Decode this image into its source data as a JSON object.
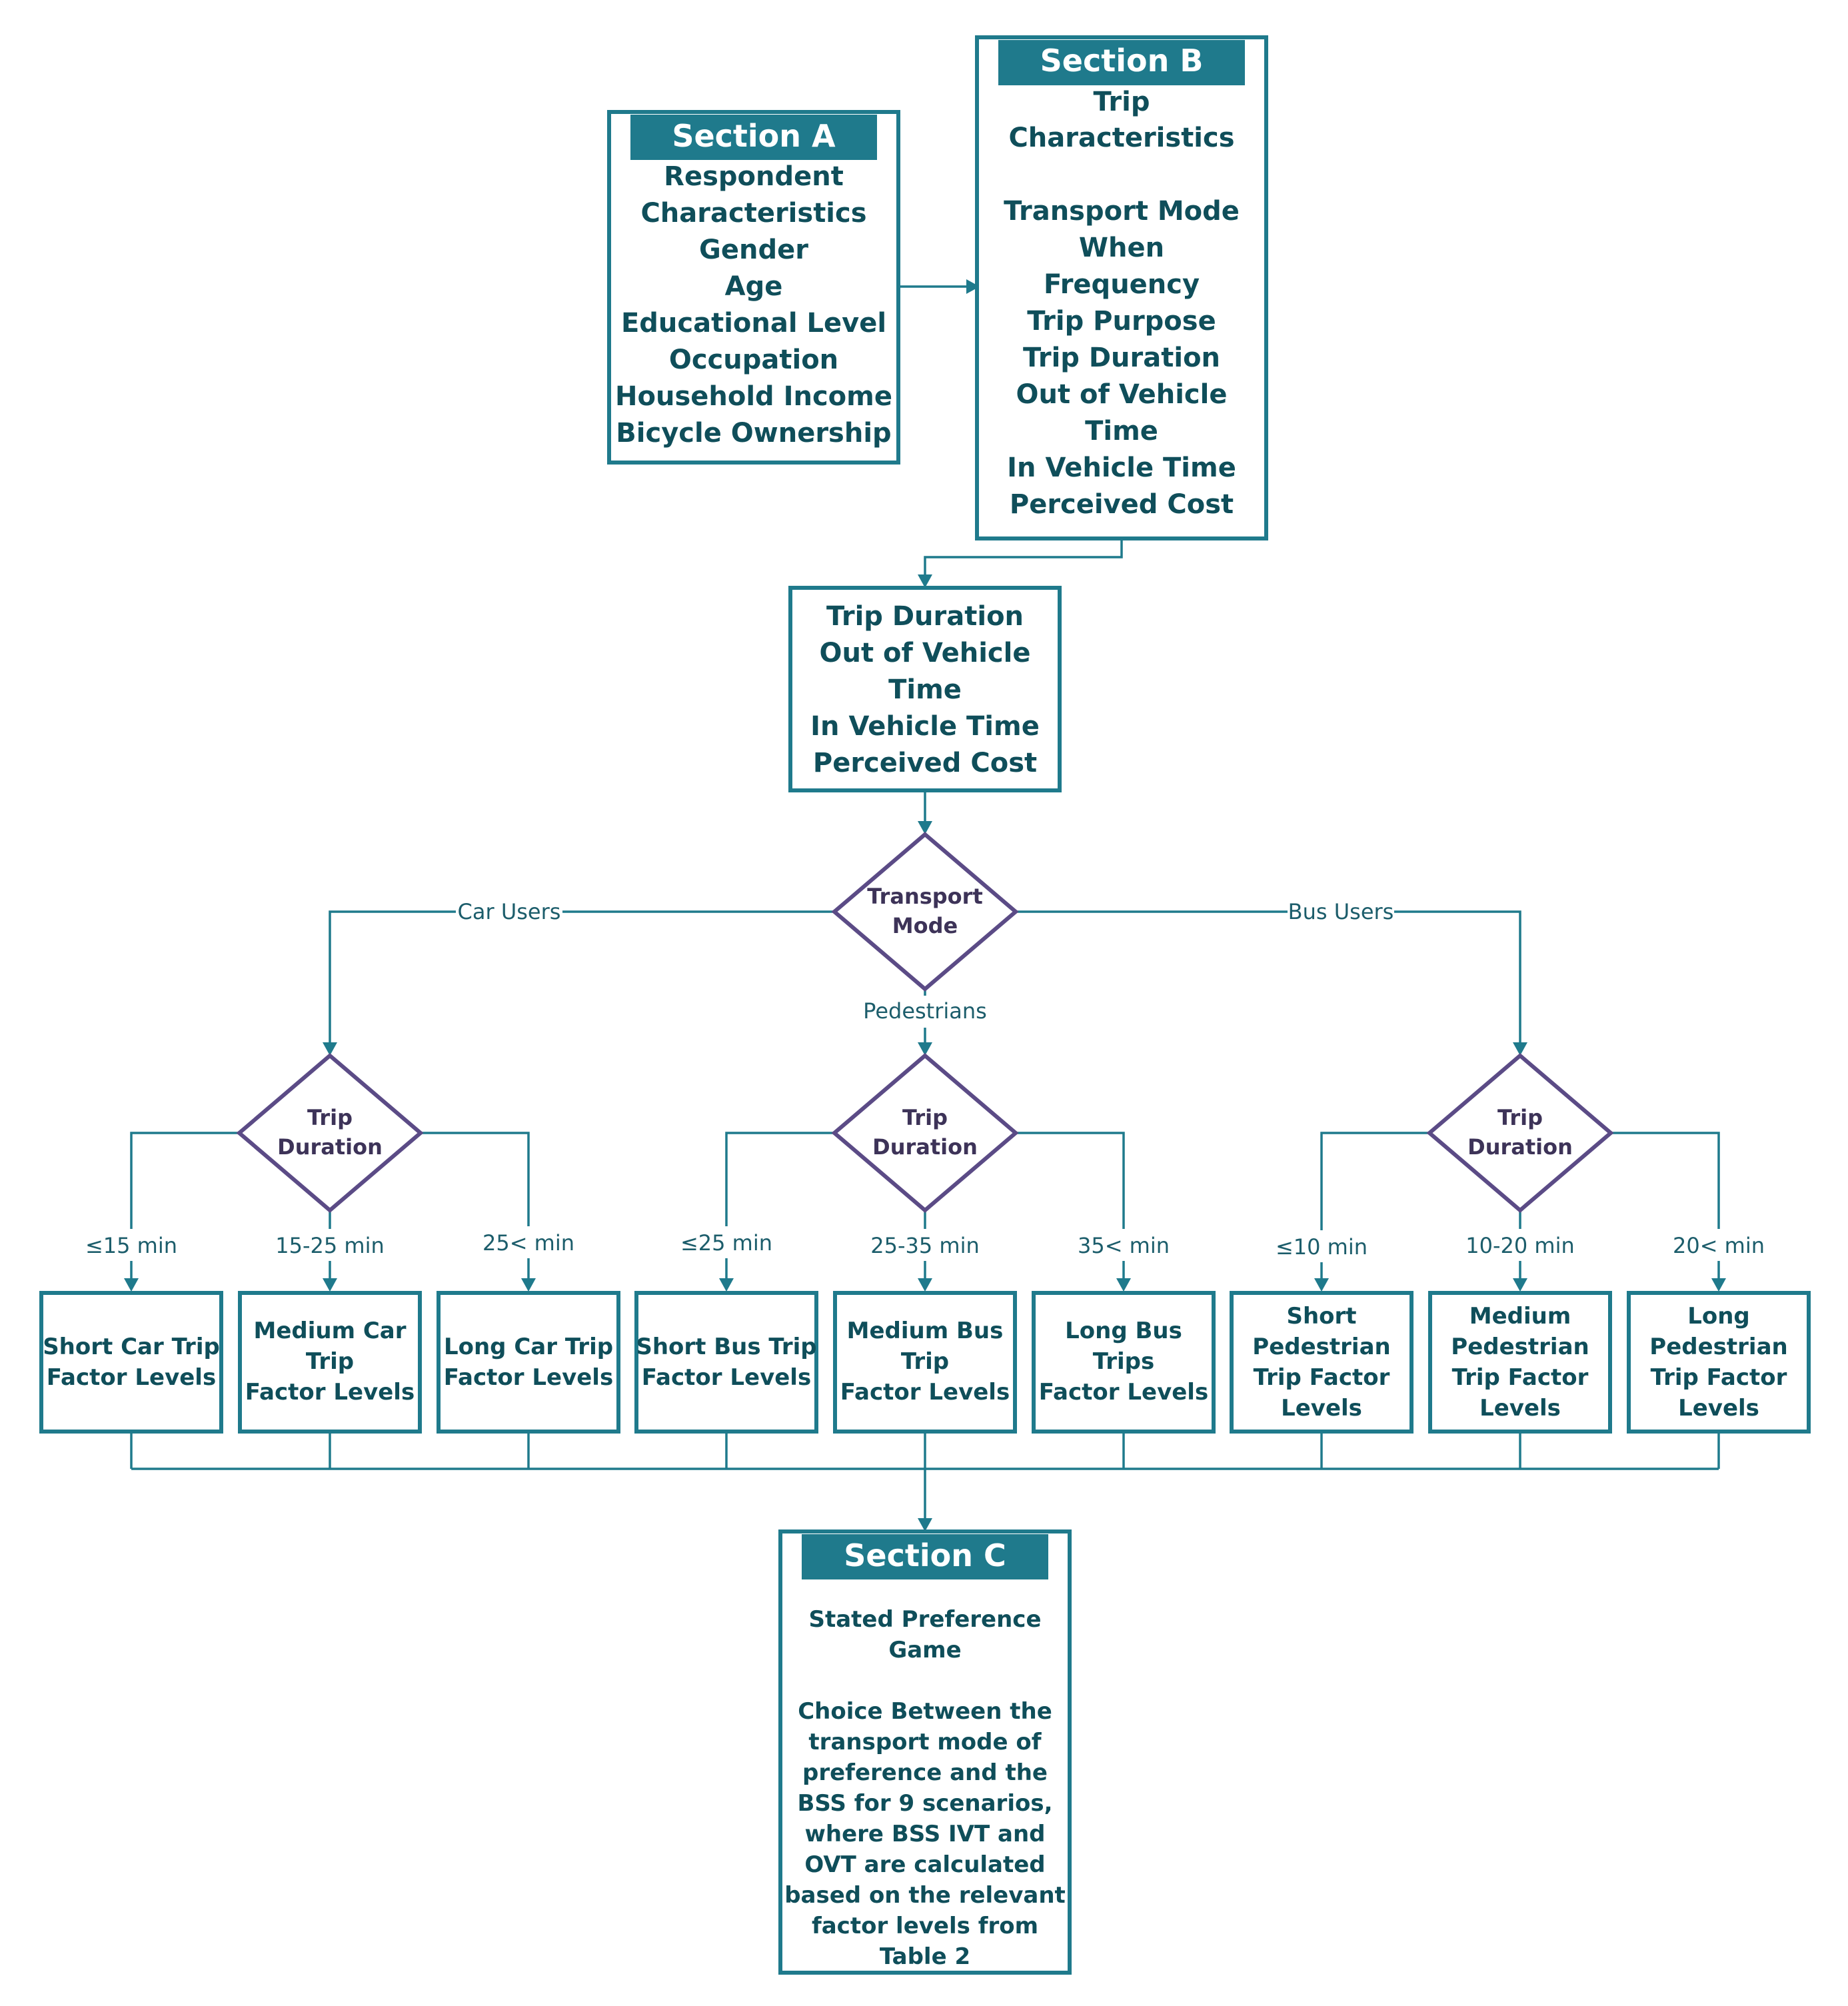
{
  "section_a": {
    "heading": "Section A",
    "lines": [
      "Respondent",
      "Characteristics",
      "Gender",
      "Age",
      "Educational Level",
      "Occupation",
      "Household Income",
      "Bicycle Ownership"
    ]
  },
  "section_b": {
    "heading": "Section B",
    "lines": [
      "Trip",
      "Characteristics",
      "",
      "Transport Mode",
      "When",
      "Frequency",
      "Trip Purpose",
      "Trip Duration",
      "Out of Vehicle",
      "Time",
      "In Vehicle Time",
      "Perceived Cost"
    ]
  },
  "trip_attributes": {
    "lines": [
      "Trip Duration",
      "Out of Vehicle",
      "Time",
      "In Vehicle Time",
      "Perceived Cost"
    ]
  },
  "transport_mode": {
    "lines": [
      "Transport",
      "Mode"
    ],
    "branches": {
      "left": "Car Users",
      "down": "Pedestrians",
      "right": "Bus Users"
    }
  },
  "duration_decisions": [
    {
      "lines": [
        "Trip",
        "Duration"
      ]
    },
    {
      "lines": [
        "Trip",
        "Duration"
      ]
    },
    {
      "lines": [
        "Trip",
        "Duration"
      ]
    }
  ],
  "duration_ranges": [
    "≤15 min",
    "15-25 min",
    "25< min",
    "≤25 min",
    "25-35 min",
    "35< min",
    "≤10 min",
    "10-20 min",
    "20< min"
  ],
  "factor_boxes": [
    {
      "lines": [
        "Short Car Trip",
        "Factor Levels"
      ]
    },
    {
      "lines": [
        "Medium Car",
        "Trip",
        "Factor Levels"
      ]
    },
    {
      "lines": [
        "Long Car Trip",
        "Factor Levels"
      ]
    },
    {
      "lines": [
        "Short Bus Trip",
        "Factor Levels"
      ]
    },
    {
      "lines": [
        "Medium Bus",
        "Trip",
        "Factor Levels"
      ]
    },
    {
      "lines": [
        "Long Bus",
        "Trips",
        "Factor Levels"
      ]
    },
    {
      "lines": [
        "Short",
        "Pedestrian",
        "Trip Factor",
        "Levels"
      ]
    },
    {
      "lines": [
        "Medium",
        "Pedestrian",
        "Trip Factor",
        "Levels"
      ]
    },
    {
      "lines": [
        "Long",
        "Pedestrian",
        "Trip Factor",
        "Levels"
      ]
    }
  ],
  "section_c": {
    "heading": "Section C",
    "lines": [
      "Stated Preference",
      "Game",
      "",
      "Choice Between the",
      "transport mode of",
      "preference and the",
      "BSS for 9 scenarios,",
      "where BSS IVT and",
      "OVT are calculated",
      "based on the relevant",
      "factor levels from",
      "Table 2"
    ]
  }
}
